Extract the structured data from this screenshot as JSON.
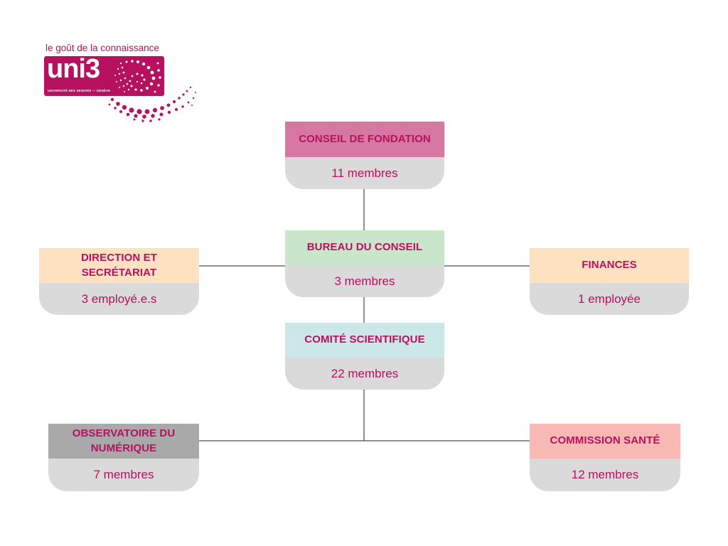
{
  "colors": {
    "brand": "#b5115f",
    "text": "#b5115f",
    "body_fill": "#dadada",
    "line": "#222222"
  },
  "logo": {
    "tagline": "le goût de la connaissance",
    "wordmark": "uni3",
    "subline": "UNIVERSITÉ DES SENIORS — GENÈVE"
  },
  "nodes": {
    "conseil_fondation": {
      "title": "CONSEIL DE FONDATION",
      "detail": "11 membres",
      "color": "#d778a2"
    },
    "bureau_conseil": {
      "title": "BUREAU DU CONSEIL",
      "detail": "3 membres",
      "color": "#c9e6ca"
    },
    "direction": {
      "title": "DIRECTION ET SECRÉTARIAT",
      "detail": "3 employé.e.s",
      "color": "#fde1c0"
    },
    "finances": {
      "title": "FINANCES",
      "detail": "1 employée",
      "color": "#fde1c0"
    },
    "comite_scientifique": {
      "title": "COMITÉ SCIENTIFIQUE",
      "detail": "22 membres",
      "color": "#cbe7e8"
    },
    "observatoire": {
      "title": "OBSERVATOIRE DU NUMÉRIQUE",
      "detail": "7 membres",
      "color": "#a9a9a9"
    },
    "commission_sante": {
      "title": "COMMISSION SANTÉ",
      "detail": "12 membres",
      "color": "#f8b9b4"
    }
  }
}
